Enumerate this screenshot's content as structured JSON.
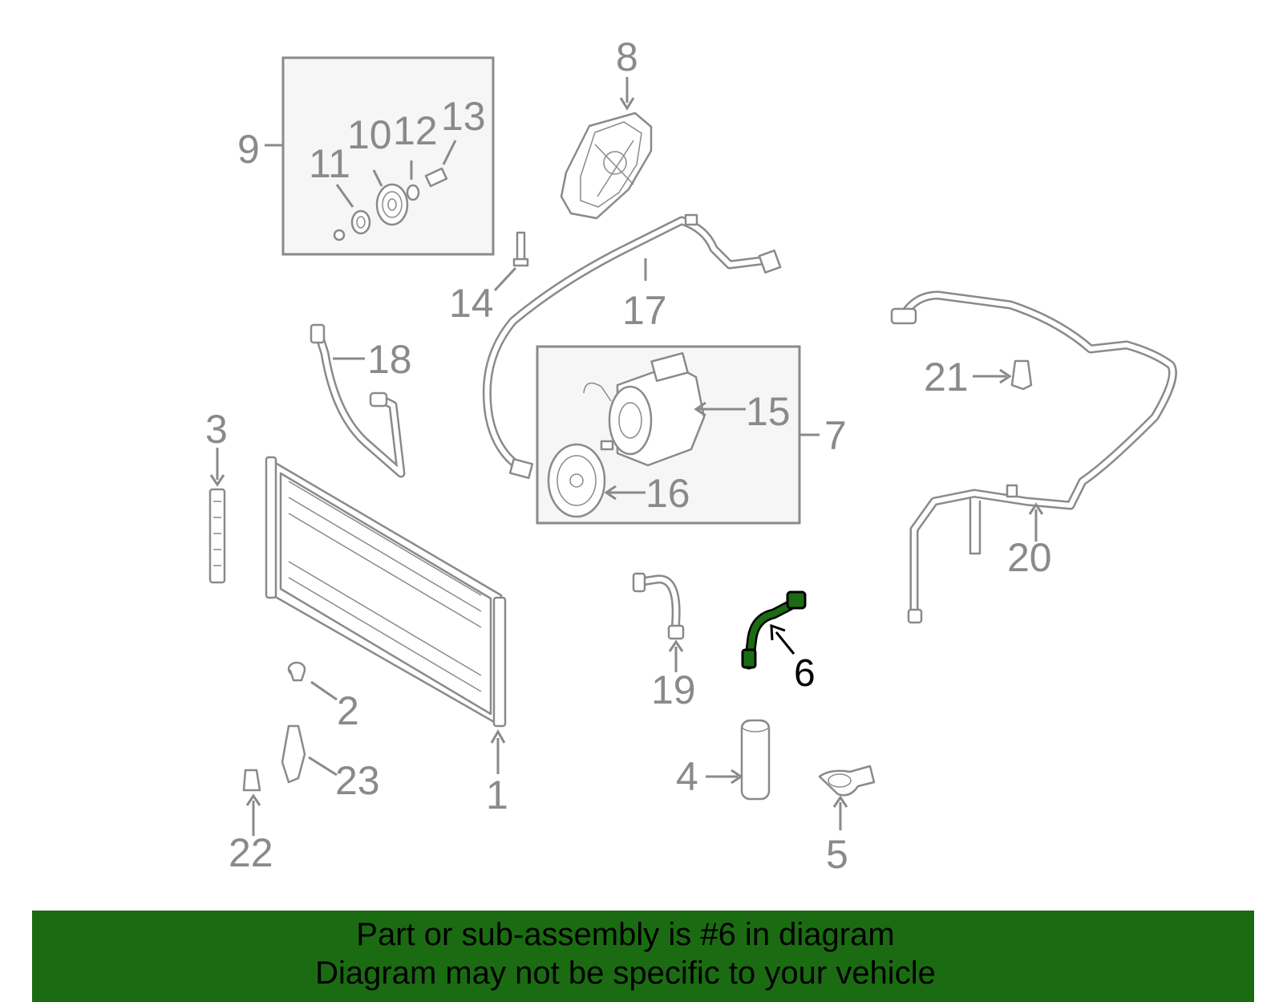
{
  "callouts": [
    {
      "id": "c1",
      "text": "1"
    },
    {
      "id": "c2",
      "text": "2"
    },
    {
      "id": "c3",
      "text": "3"
    },
    {
      "id": "c4",
      "text": "4"
    },
    {
      "id": "c5",
      "text": "5"
    },
    {
      "id": "c6",
      "text": "6"
    },
    {
      "id": "c7",
      "text": "7"
    },
    {
      "id": "c8",
      "text": "8"
    },
    {
      "id": "c9",
      "text": "9"
    },
    {
      "id": "c10",
      "text": "10"
    },
    {
      "id": "c11",
      "text": "11"
    },
    {
      "id": "c12",
      "text": "12"
    },
    {
      "id": "c13",
      "text": "13"
    },
    {
      "id": "c14",
      "text": "14"
    },
    {
      "id": "c15",
      "text": "15"
    },
    {
      "id": "c16",
      "text": "16"
    },
    {
      "id": "c17",
      "text": "17"
    },
    {
      "id": "c18",
      "text": "18"
    },
    {
      "id": "c19",
      "text": "19"
    },
    {
      "id": "c20",
      "text": "20"
    },
    {
      "id": "c21",
      "text": "21"
    },
    {
      "id": "c22",
      "text": "22"
    },
    {
      "id": "c23",
      "text": "23"
    }
  ],
  "highlighted_part": "6",
  "colors": {
    "banner": "#1b6b12",
    "highlight_part": "#1b6b12",
    "line_art": "#8a8a8a"
  },
  "banner": {
    "line1": "Part or sub-assembly is #6 in diagram",
    "line2": "Diagram may not be specific to your vehicle"
  }
}
